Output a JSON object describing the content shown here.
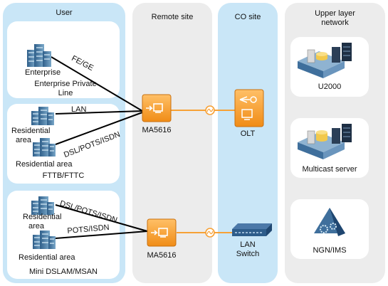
{
  "columns": {
    "user": "User",
    "remote": "Remote site",
    "co": "CO site",
    "upper_line1": "Upper layer",
    "upper_line2": "network"
  },
  "user": {
    "group1": {
      "enterprise": "Enterprise",
      "private_line_1": "Enterprise Private",
      "private_line_2": "Line",
      "link": "FE/GE"
    },
    "group2": {
      "residential_1a": "Residential",
      "residential_1b": "area",
      "residential_2": "Residential area",
      "link_lan": "LAN",
      "link_dsl": "DSL/POTS/ISDN",
      "caption": "FTTB/FTTC"
    },
    "group3": {
      "residential_1a": "Residential",
      "residential_1b": "area",
      "residential_2": "Residential area",
      "link_dsl": "DSL/POTS/ISDN",
      "link_pots": "POTS/ISDN",
      "caption": "Mini DSLAM/MSAN"
    }
  },
  "remote": {
    "device_top": "MA5616",
    "device_bottom": "MA5616"
  },
  "co": {
    "olt": "OLT",
    "switch_1": "LAN",
    "switch_2": "Switch"
  },
  "upper": {
    "u2000": "U2000",
    "multicast": "Multicast server",
    "ngn": "NGN/IMS"
  },
  "colors": {
    "panel_blue": "#c9e6f7",
    "panel_gray": "#ececec",
    "device_orange": "#f39a2b",
    "fiber_orange": "#f7a136",
    "copper_black": "#000000"
  }
}
